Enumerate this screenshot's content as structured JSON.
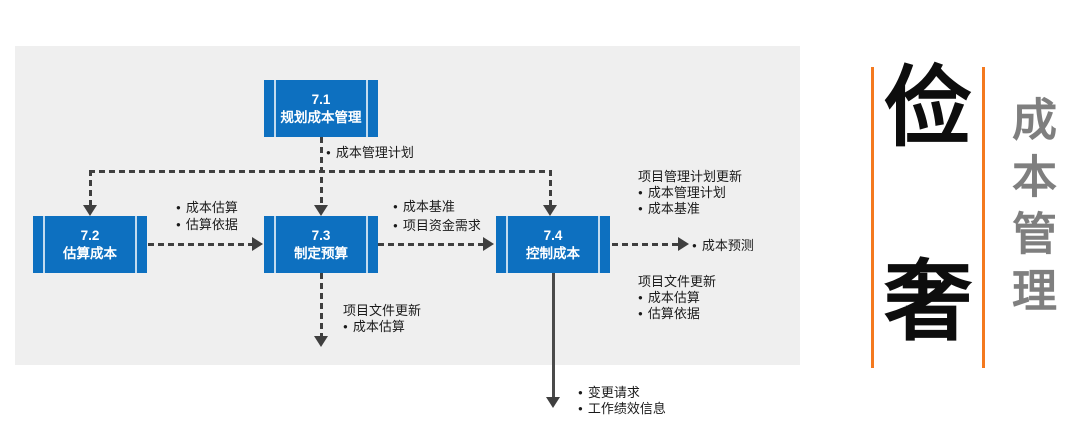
{
  "colors": {
    "panel_bg": "#efefef",
    "box_blue": "#0d70c0",
    "box_text": "#ffffff",
    "connector_gray": "#3f3f3f",
    "label_text": "#1a1a1a",
    "orange_accent": "#f4791f",
    "side_title_gray": "#7f7f7f",
    "side_char_black": "#0d0d0d"
  },
  "diagram": {
    "boxes": [
      {
        "id": "7.1",
        "name": "规划成本管理"
      },
      {
        "id": "7.2",
        "name": "估算成本"
      },
      {
        "id": "7.3",
        "name": "制定预算"
      },
      {
        "id": "7.4",
        "name": "控制成本"
      }
    ],
    "labels": {
      "cost_mgmt_plan_out": {
        "items": [
          "成本管理计划"
        ]
      },
      "estimate_outputs": {
        "items": [
          "成本估算",
          "估算依据"
        ]
      },
      "budget_outputs": {
        "items": [
          "成本基准",
          "项目资金需求"
        ]
      },
      "plan_updates": {
        "title": "项目管理计划更新",
        "items": [
          "成本管理计划",
          "成本基准"
        ]
      },
      "forecast_out": {
        "items": [
          "成本预测"
        ]
      },
      "doc_updates_right": {
        "title": "项目文件更新",
        "items": [
          "成本估算",
          "估算依据"
        ]
      },
      "doc_updates_below": {
        "title": "项目文件更新",
        "items": [
          "成本估算"
        ]
      },
      "control_outputs_bottom": {
        "items": [
          "变更请求",
          "工作绩效信息"
        ]
      }
    }
  },
  "sidebar": {
    "char_top": "俭",
    "char_bottom": "奢",
    "vertical_title": "成本管理"
  }
}
